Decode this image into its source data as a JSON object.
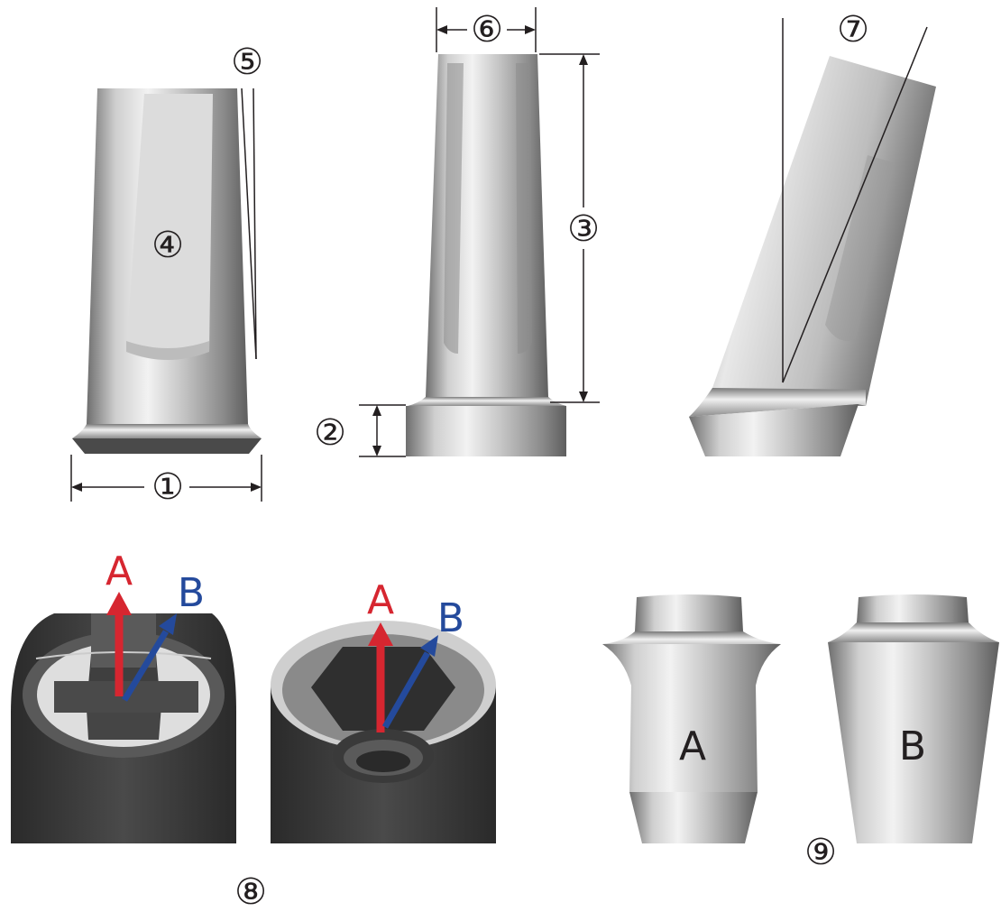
{
  "labels": {
    "n1": "①",
    "n2": "②",
    "n3": "③",
    "n4": "④",
    "n5": "⑤",
    "n6": "⑥",
    "n7": "⑦",
    "n8": "⑧",
    "n9": "⑨"
  },
  "connection": {
    "left": {
      "a": "A",
      "b": "B"
    },
    "right": {
      "a": "A",
      "b": "B"
    }
  },
  "profiles": {
    "a": "A",
    "b": "B"
  },
  "colors": {
    "metal_light": "#e6e6e6",
    "metal_mid": "#9a9a9a",
    "metal_dark": "#5a5a5a",
    "dark_metal": "#3c3c3c",
    "arrow_a": "#d62630",
    "arrow_b": "#244a9c",
    "line": "#231f20"
  }
}
